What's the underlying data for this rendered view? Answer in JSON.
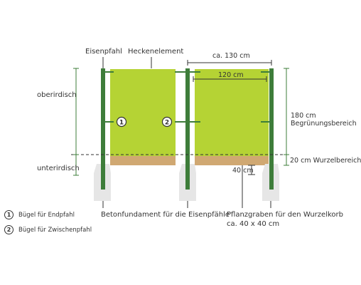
{
  "labels": {
    "post": "Eisenpfahl",
    "hedge": "Heckenelement",
    "above": "oberirdisch",
    "below": "unterirdisch",
    "width_total": "ca. 130 cm",
    "width_inner": "120 cm",
    "height_green": "180 cm",
    "height_green_sub": "Begrünungsbereich",
    "root_zone": "20 cm Wurzelbereich",
    "depth": "40 cm",
    "foundation": "Betonfundament für die Eisenpfähle",
    "trench_line1": "Pflanzgraben für den Wurzelkorb",
    "trench_line2": "ca. 40 x 40 cm"
  },
  "markers": {
    "end": "1",
    "middle": "2"
  },
  "legend": [
    {
      "num": "1",
      "text": "Bügel für Endpfahl"
    },
    {
      "num": "2",
      "text": "Bügel für Zwischenpfahl"
    }
  ],
  "colors": {
    "hedge": "#b5d334",
    "soil": "#d0a872",
    "post": "#3e7d3a",
    "concrete": "#e6e6e6",
    "line": "#333333"
  }
}
